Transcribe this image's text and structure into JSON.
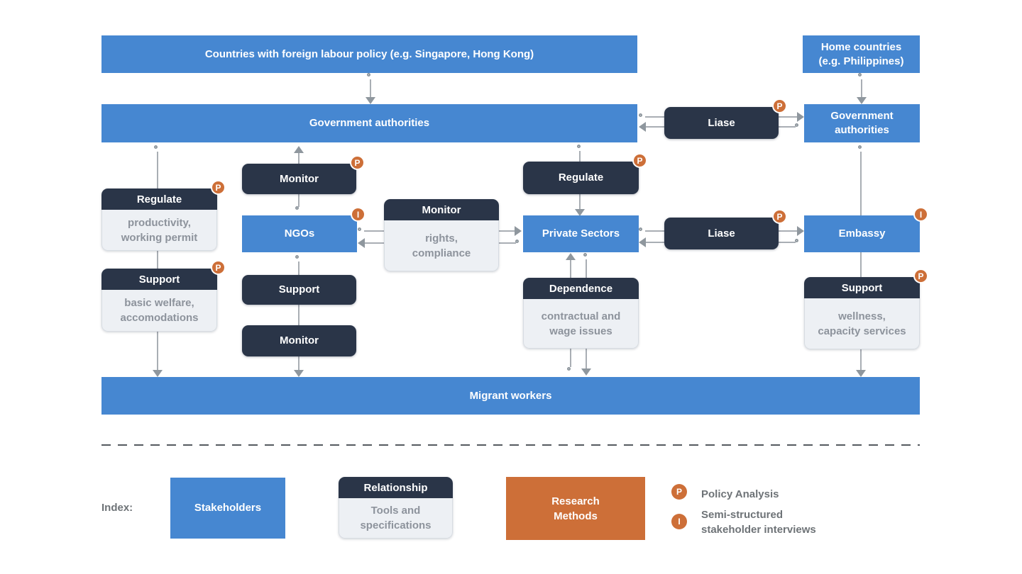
{
  "colors": {
    "stakeholder_blue": "#4687d1",
    "relationship_navy": "#2a3548",
    "research_orange": "#cd6f38",
    "tools_light_gray": "#edf0f4",
    "connector_gray": "#9aa0a6"
  },
  "nodes": {
    "countries_policy": "Countries with foreign labour policy (e.g. Singapore, Hong Kong)",
    "home_countries": "Home countries\n(e.g. Philippines)",
    "gov_auth_main": "Government authorities",
    "gov_auth_home": "Government\nauthorities",
    "liase_top": "Liase",
    "liase_right": "Liase",
    "monitor_up": "Monitor",
    "regulate_left": "Regulate",
    "regulate_left_detail": "productivity,\nworking permit",
    "support_left": "Support",
    "support_left_detail": "basic welfare,\naccomodations",
    "ngos": "NGOs",
    "monitor_rights": "Monitor",
    "monitor_rights_detail": "rights,\ncompliance",
    "support_ngo": "Support",
    "monitor_down": "Monitor",
    "regulate_private": "Regulate",
    "private_sectors": "Private Sectors",
    "dependence": "Dependence",
    "dependence_detail": "contractual and\nwage issues",
    "embassy": "Embassy",
    "support_embassy": "Support",
    "support_embassy_detail": "wellness,\ncapacity services",
    "migrant_workers": "Migrant workers"
  },
  "badges": {
    "policy": "P",
    "interview": "I"
  },
  "legend": {
    "index_label": "Index:",
    "stakeholders": "Stakeholders",
    "relationship": "Relationship",
    "relationship_detail": "Tools and\nspecifications",
    "research_methods": "Research\nMethods",
    "policy_label": "Policy Analysis",
    "interview_label": "Semi-structured\nstakeholder interviews"
  }
}
